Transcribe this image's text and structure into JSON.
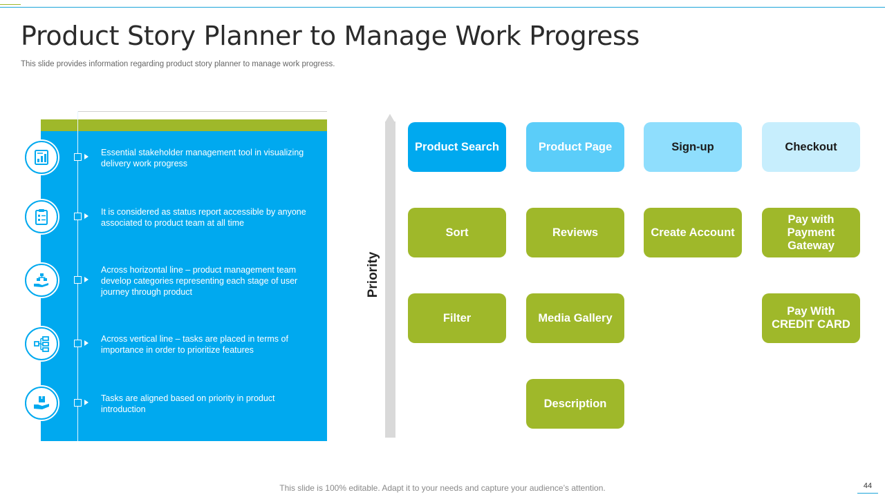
{
  "slide": {
    "title": "Product Story Planner to Manage Work Progress",
    "subtitle": "This slide provides information regarding product story planner to manage work progress.",
    "footer": "This slide is 100% editable. Adapt it to your needs and capture your audience’s attention.",
    "page_number": "44"
  },
  "left_items": [
    {
      "icon": "dashboard-report-icon",
      "text": "Essential stakeholder management tool in visualizing delivery work progress"
    },
    {
      "icon": "clipboard-checklist-icon",
      "text": "It is considered as status report accessible by anyone associated to product team at all time"
    },
    {
      "icon": "hand-flowchart-icon",
      "text": "Across horizontal line – product management team develop categories representing each stage of user journey through product"
    },
    {
      "icon": "hierarchy-diagram-icon",
      "text": "Across vertical line – tasks are placed in terms of importance in order to prioritize features"
    },
    {
      "icon": "hand-package-icon",
      "text": "Tasks are aligned based on priority in product introduction"
    }
  ],
  "priority_label": "Priority",
  "story_map": {
    "header_cards": [
      "Product Search",
      "Product Page",
      "Sign-up",
      "Checkout"
    ],
    "column_1": [
      "Sort",
      "Filter"
    ],
    "column_2": [
      "Reviews",
      "Media Gallery",
      "Description"
    ],
    "column_3": [
      "Create Account"
    ],
    "column_4": [
      "Pay with Payment Gateway",
      "Pay With CREDIT CARD"
    ]
  },
  "colors": {
    "panel_blue": "#00a9ef",
    "accent_green": "#9fb82a",
    "header_blue_1": "#00a9ef",
    "header_blue_2": "#5bcdf9",
    "header_blue_3": "#8fdefd",
    "header_blue_4": "#c7eefd",
    "priority_gray": "#d9d9d9"
  }
}
